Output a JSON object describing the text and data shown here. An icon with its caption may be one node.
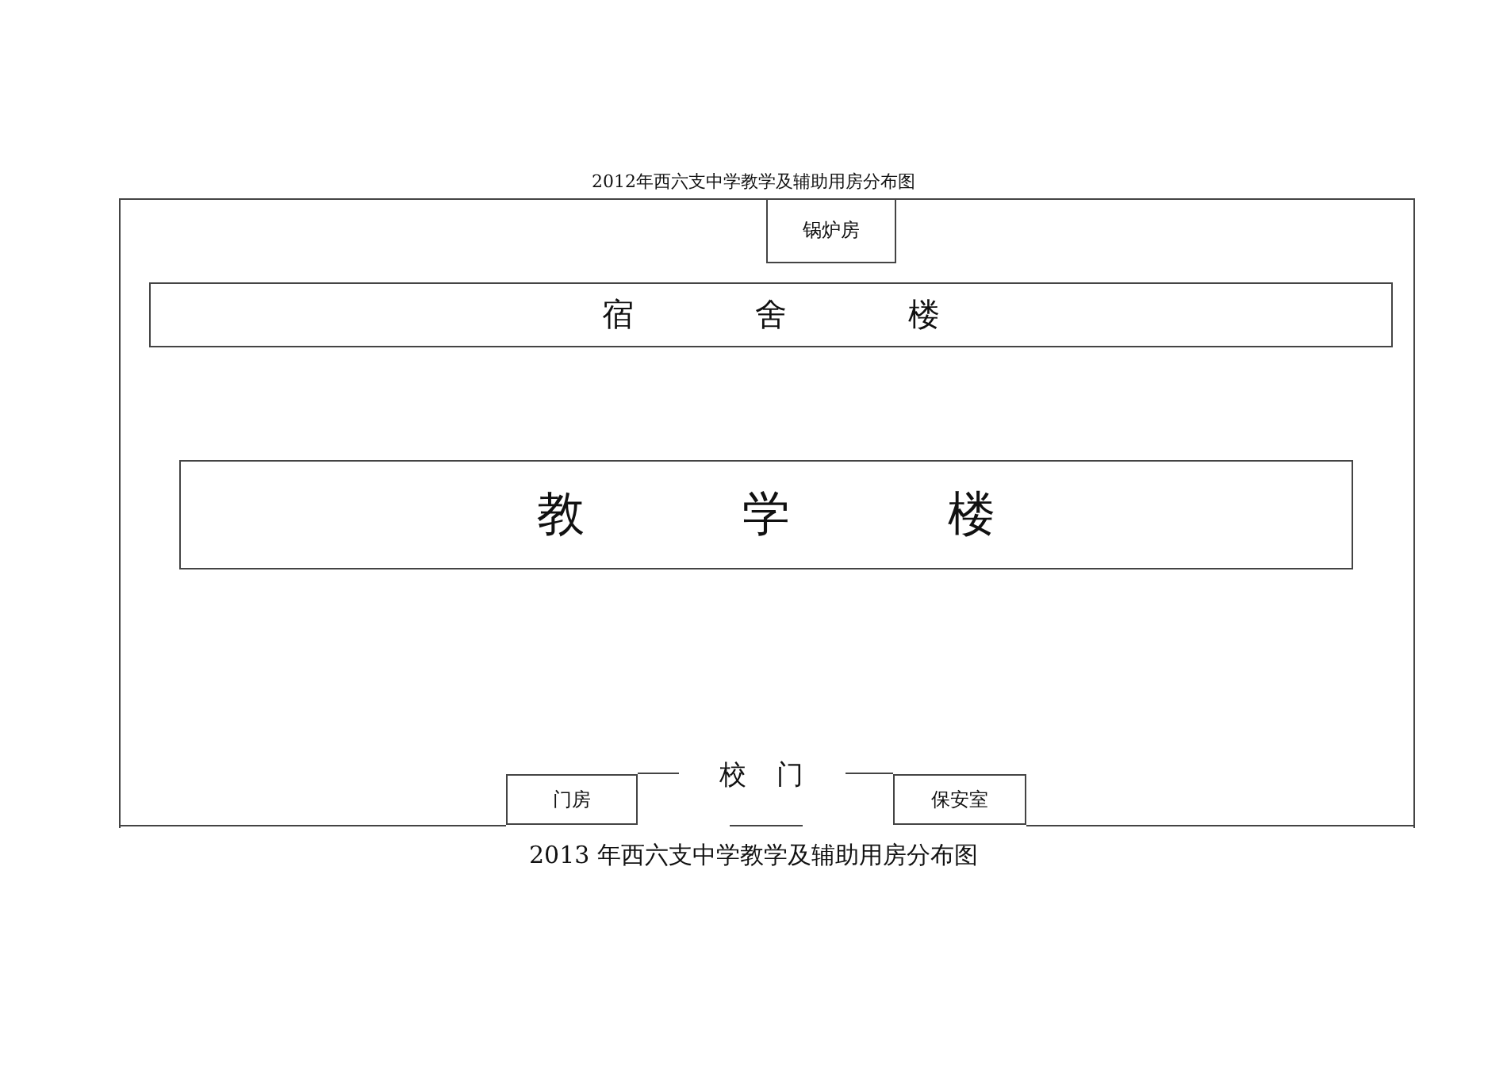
{
  "diagram": {
    "title": "2012年西六支中学教学及辅助用房分布图",
    "caption": "2013 年西六支中学教学及辅助用房分布图",
    "nodes": [
      {
        "text": [],
        "shape": "box"
      },
      {
        "text": [
          "锅炉房"
        ],
        "in": 0
      },
      {
        "text": [
          "宿 舍 楼"
        ],
        "in": 0
      },
      {
        "text": [
          "教 学 楼"
        ],
        "in": 0
      },
      {
        "text": [
          "门房"
        ],
        "in": 0
      },
      {
        "text": [
          "保安室"
        ],
        "in": 0
      }
    ],
    "labels": [
      "校 门"
    ]
  }
}
